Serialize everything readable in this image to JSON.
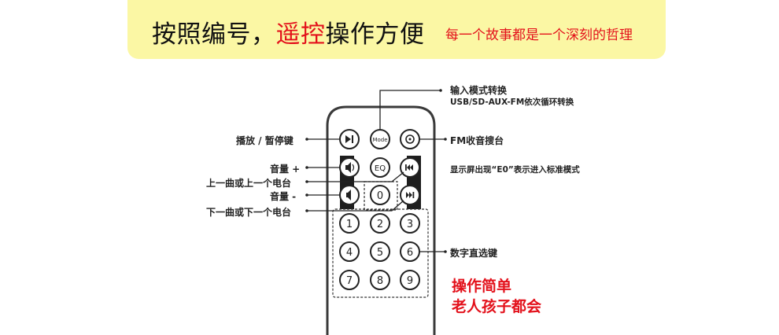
{
  "banner": {
    "main_prefix": "按照编号，",
    "main_red": "遥控",
    "main_suffix": "操作方便",
    "sub": "每一个故事都是一个深刻的哲理"
  },
  "remote": {
    "mode_label": "Mode",
    "eq_label": "EQ",
    "digits": [
      "0",
      "1",
      "2",
      "3",
      "4",
      "5",
      "6",
      "7",
      "8",
      "9"
    ]
  },
  "callouts": {
    "input_mode_title": "输入模式转换",
    "input_mode_sub": "USB/SD-AUX-FM依次循环转换",
    "play_pause": "播放 / 暂停键",
    "fm_search": "FM收音搜台",
    "volume_up": "音量 +",
    "display_hint": "显示屏出现“E0”表示进入标准模式",
    "prev_track": "上一曲或上一个电台",
    "volume_down": "音量 -",
    "next_track": "下一曲或下一个电台",
    "number_keys": "数字直选键"
  },
  "notes": {
    "easy": "操作简单",
    "everyone": "老人孩子都会"
  }
}
